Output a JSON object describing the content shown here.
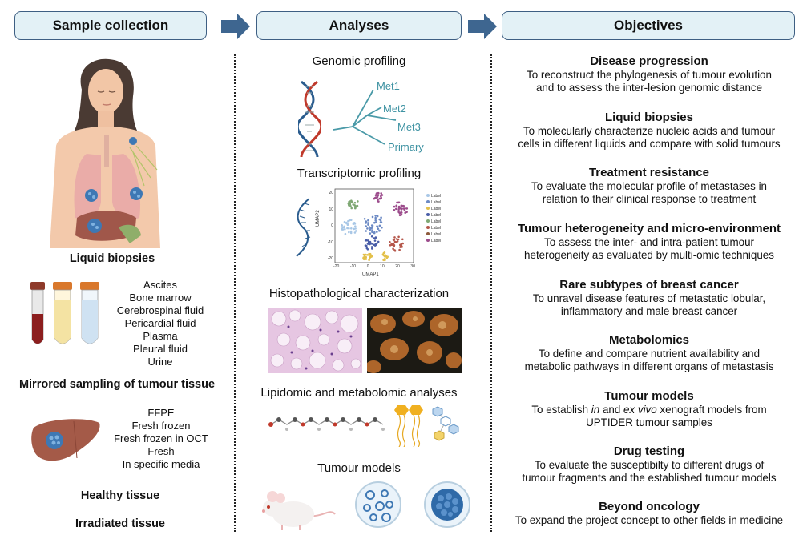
{
  "headers": {
    "sample": "Sample collection",
    "analyses": "Analyses",
    "objectives": "Objectives"
  },
  "sample_collection": {
    "liquid_title": "Liquid biopsies",
    "liquid_items": [
      "Ascites",
      "Bone marrow",
      "Cerebrospinal fluid",
      "Pericardial fluid",
      "Plasma",
      "Pleural fluid",
      "Urine"
    ],
    "mirrored_title": "Mirrored sampling of tumour tissue",
    "tissue_items": [
      "FFPE",
      "Fresh frozen",
      "Fresh frozen in OCT",
      "Fresh",
      "In specific media"
    ],
    "healthy": "Healthy tissue",
    "irradiated": "Irradiated tissue"
  },
  "analyses": {
    "genomic": "Genomic profiling",
    "tree_labels": [
      "Met1",
      "Met2",
      "Met3",
      "Primary"
    ],
    "transcriptomic": "Transcriptomic profiling",
    "umap": {
      "xlabel": "UMAP1",
      "ylabel": "UMAP2",
      "xticks": [
        "-20",
        "-10",
        "0",
        "10",
        "20",
        "30"
      ],
      "yticks": [
        "20",
        "10",
        "0",
        "-10",
        "-20"
      ],
      "legend": [
        "Label",
        "Label",
        "Label",
        "Label",
        "Label",
        "Label",
        "Label",
        "Label"
      ],
      "legend_colors": [
        "#a8c7e6",
        "#6c8ac4",
        "#e3c04a",
        "#4a5ea8",
        "#7fa874",
        "#b5574b",
        "#8d5a3c",
        "#9c4c8c"
      ]
    },
    "histo": "Histopathological characterization",
    "lipid": "Lipidomic and metabolomic analyses",
    "tumour_models": "Tumour models"
  },
  "objectives": [
    {
      "title": "Disease progression",
      "lines": [
        "To reconstruct the phylogenesis of tumour evolution",
        "and to assess the inter-lesion genomic distance"
      ]
    },
    {
      "title": "Liquid biopsies",
      "lines": [
        "To molecularly characterize nucleic acids and tumour",
        "cells in different liquids and compare with solid tumours"
      ]
    },
    {
      "title": "Treatment resistance",
      "lines": [
        "To evaluate the molecular profile of metastases in",
        "relation to their clinical response to treatment"
      ]
    },
    {
      "title": "Tumour heterogeneity and micro-environment",
      "lines": [
        "To assess the inter- and intra-patient tumour",
        "heterogeneity as evaluated by multi-omic techniques"
      ]
    },
    {
      "title": "Rare subtypes of breast cancer",
      "lines": [
        "To unravel disease features of metastatic lobular,",
        "inflammatory and male breast cancer"
      ]
    },
    {
      "title": "Metabolomics",
      "lines": [
        "To define and compare nutrient availability and",
        "metabolic pathways in different organs of metastasis"
      ]
    },
    {
      "title": "Tumour models",
      "lines": [
        "To establish in and ex vivo xenograft models from",
        "UPTIDER tumour samples"
      ]
    },
    {
      "title": "Drug testing",
      "lines": [
        "To evaluate the susceptibilty to different drugs of",
        "tumour fragments and the established tumour models"
      ]
    },
    {
      "title": "Beyond oncology",
      "lines": [
        "To expand the project concept to other fields in medicine"
      ]
    }
  ]
}
